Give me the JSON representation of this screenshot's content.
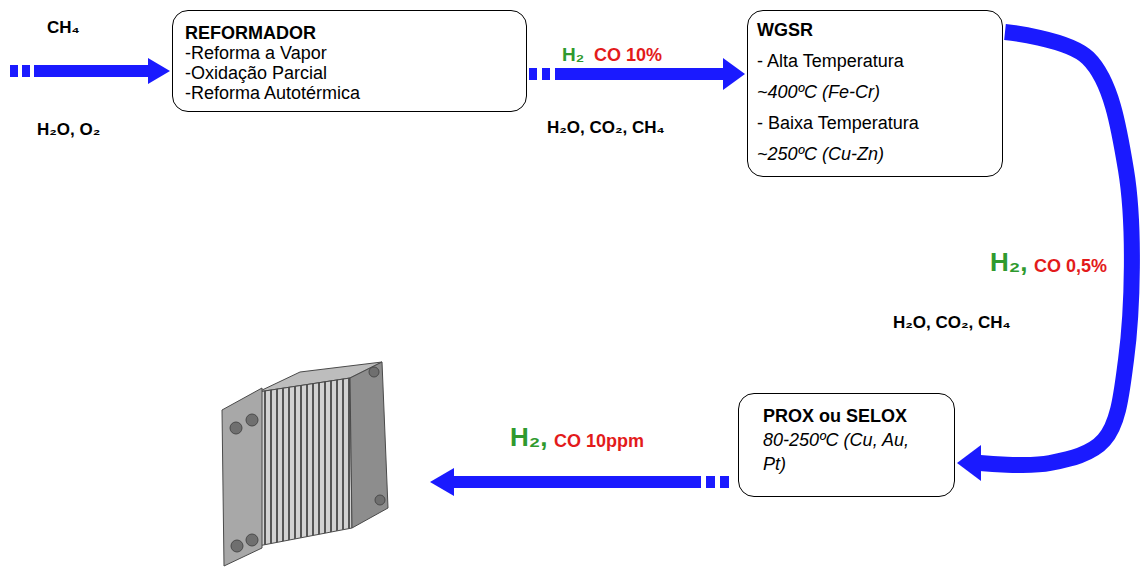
{
  "diagram": {
    "nodes": [
      {
        "text": [
          "REFORMADOR",
          "-Reforma a Vapor",
          "-Oxidação Parcial",
          "-Reforma Autotérmica"
        ]
      },
      {
        "text": [
          "WGSR",
          "- Alta Temperatura",
          "~400ºC (Fe-Cr)",
          "- Baixa Temperatura",
          "~250ºC (Cu-Zn)"
        ]
      },
      {
        "text": [
          "PROX ou SELOX",
          "80-250ºC (Cu, Au, Pt)"
        ]
      }
    ],
    "edges": [
      {
        "from": 0,
        "to": 1,
        "arrow": "to"
      },
      {
        "from": 1,
        "to": 2,
        "arrow": "to"
      }
    ],
    "labels": [
      "CH₄",
      "H₂O, O₂",
      "H₂",
      "CO 10%",
      "H₂O, CO₂, CH₄",
      "H₂,",
      "CO 0,5%",
      "H₂O, CO₂, CH₄",
      "H₂,",
      "CO 10ppm"
    ]
  }
}
